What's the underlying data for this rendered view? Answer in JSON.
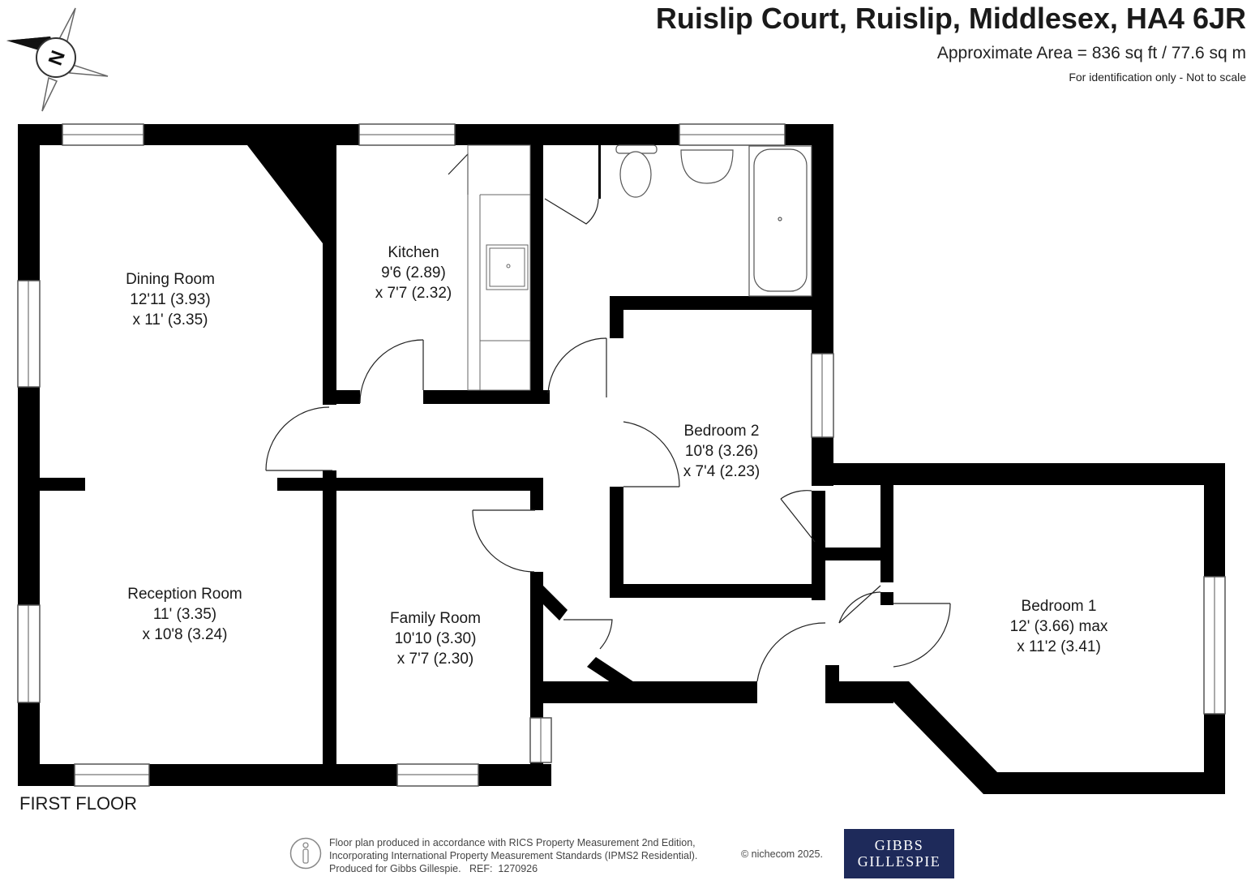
{
  "header": {
    "address": "Ruislip Court, Ruislip, Middlesex, HA4 6JR",
    "area": "Approximate Area = 836 sq ft / 77.6 sq m",
    "note": "For identification only - Not to scale"
  },
  "compass": {
    "letter": "N"
  },
  "floor_label": "FIRST FLOOR",
  "rooms": {
    "dining": {
      "name": "Dining Room",
      "dim1": "12'11 (3.93)",
      "dim2": "x 11' (3.35)"
    },
    "kitchen": {
      "name": "Kitchen",
      "dim1": "9'6 (2.89)",
      "dim2": "x 7'7 (2.32)"
    },
    "bedroom2": {
      "name": "Bedroom 2",
      "dim1": "10'8 (3.26)",
      "dim2": "x 7'4 (2.23)"
    },
    "reception": {
      "name": "Reception Room",
      "dim1": "11' (3.35)",
      "dim2": "x 10'8 (3.24)"
    },
    "family": {
      "name": "Family Room",
      "dim1": "10'10 (3.30)",
      "dim2": "x 7'7 (2.30)"
    },
    "bedroom1": {
      "name": "Bedroom 1",
      "dim1": "12' (3.66) max",
      "dim2": "x 11'2 (3.41)"
    }
  },
  "footer": {
    "text": "Floor plan produced in accordance with RICS Property Measurement 2nd Edition,\nIncorporating International Property Measurement Standards (IPMS2 Residential).\nProduced for Gibbs Gillespie.   REF:  1270926",
    "copyright": "© nichecom 2025.",
    "logo_line1": "Gibbs",
    "logo_line2": "Gillespie"
  },
  "colors": {
    "wall": "#000000",
    "logo_bg": "#1e2a5a"
  }
}
